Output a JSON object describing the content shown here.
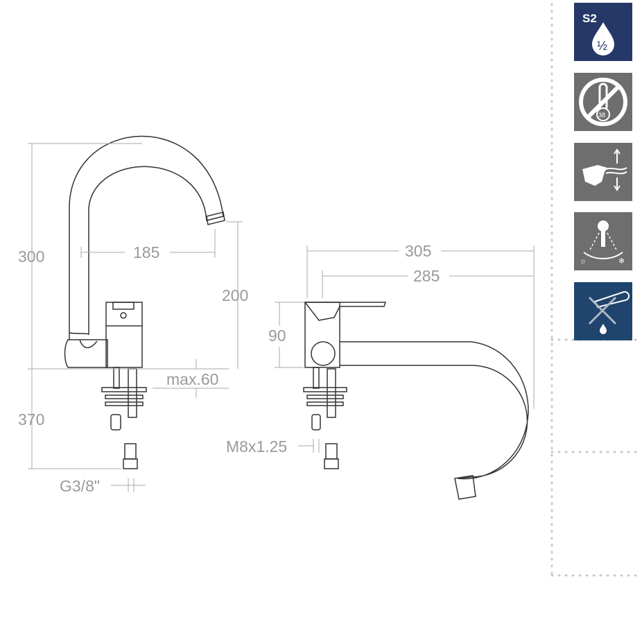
{
  "dimensions": {
    "total_height": "300",
    "spout_reach": "185",
    "spout_height": "200",
    "deck_thickness": "max.60",
    "hose_length": "370",
    "connection": "G3/8\"",
    "total_length": "305",
    "spout_length": "285",
    "body_height": "90",
    "stud_thread": "M8x1.25"
  },
  "icons": [
    {
      "name": "water-saving-icon",
      "label": "S2",
      "fraction": "½",
      "bg": "#263868"
    },
    {
      "name": "cold-start-icon",
      "label": "38",
      "bg": "#6e6e6e"
    },
    {
      "name": "hand-flow-icon",
      "bg": "#6e6e6e"
    },
    {
      "name": "temperature-swivel-icon",
      "bg": "#6e6e6e"
    },
    {
      "name": "no-hot-water-heater-icon",
      "bg": "#1f456e"
    }
  ]
}
